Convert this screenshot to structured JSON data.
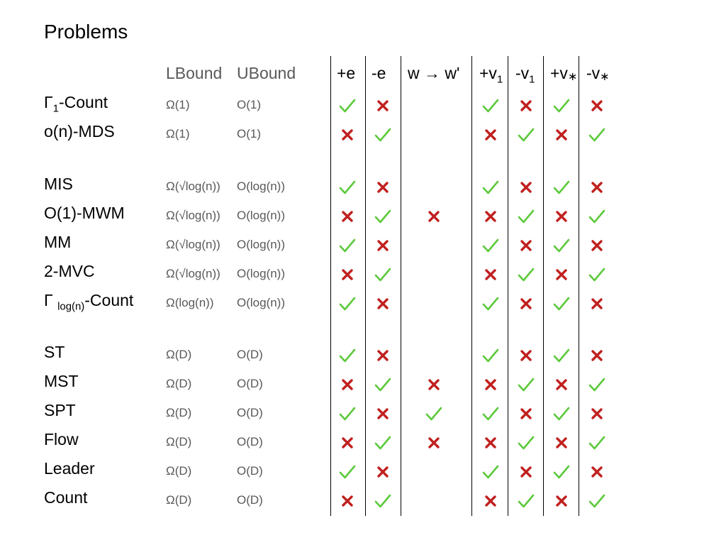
{
  "title": "Problems",
  "colors": {
    "check": "#5cc93b",
    "cross": "#c0201f",
    "bound_text": "#595959"
  },
  "headers": {
    "lbound": "LBound",
    "ubound": "UBound",
    "ops": [
      {
        "key": "add_edge",
        "label": "+e"
      },
      {
        "key": "del_edge",
        "label": "-e"
      },
      {
        "key": "weight",
        "label": "w → w'"
      },
      {
        "key": "add_v1",
        "label": "+v",
        "sub": "1"
      },
      {
        "key": "del_v1",
        "label": "-v",
        "sub": "1"
      },
      {
        "key": "add_vstar",
        "label": "+v",
        "star": "∗"
      },
      {
        "key": "del_vstar",
        "label": "-v",
        "star": "∗"
      }
    ]
  },
  "groups": [
    {
      "rows": [
        {
          "name": "Γ",
          "name_sub": "1",
          "name_rest": "-Count",
          "lbound": "Ω(1)",
          "ubound": "O(1)",
          "marks": [
            "check",
            "cross",
            "",
            "check",
            "cross",
            "check",
            "cross"
          ]
        },
        {
          "name": "o(n)-MDS",
          "lbound": "Ω(1)",
          "ubound": "O(1)",
          "marks": [
            "cross",
            "check",
            "",
            "cross",
            "check",
            "cross",
            "check"
          ]
        }
      ]
    },
    {
      "rows": [
        {
          "name": "MIS",
          "lbound": "Ω(√log(n))",
          "ubound": "O(log(n))",
          "marks": [
            "check",
            "cross",
            "",
            "check",
            "cross",
            "check",
            "cross"
          ]
        },
        {
          "name": "O(1)-MWM",
          "lbound": "Ω(√log(n))",
          "ubound": "O(log(n))",
          "marks": [
            "cross",
            "check",
            "cross",
            "cross",
            "check",
            "cross",
            "check"
          ]
        },
        {
          "name": "MM",
          "lbound": "Ω(√log(n))",
          "ubound": "O(log(n))",
          "marks": [
            "check",
            "cross",
            "",
            "check",
            "cross",
            "check",
            "cross"
          ]
        },
        {
          "name": "2-MVC",
          "lbound": "Ω(√log(n))",
          "ubound": "O(log(n))",
          "marks": [
            "cross",
            "check",
            "",
            "cross",
            "check",
            "cross",
            "check"
          ]
        },
        {
          "name": "Γ ",
          "name_sub": "log(n)",
          "name_rest": "-Count",
          "lbound": "Ω(log(n))",
          "ubound": "O(log(n))",
          "marks": [
            "check",
            "cross",
            "",
            "check",
            "cross",
            "check",
            "cross"
          ]
        }
      ]
    },
    {
      "rows": [
        {
          "name": "ST",
          "lbound": "Ω(D)",
          "ubound": "O(D)",
          "marks": [
            "check",
            "cross",
            "",
            "check",
            "cross",
            "check",
            "cross"
          ]
        },
        {
          "name": "MST",
          "lbound": "Ω(D)",
          "ubound": "O(D)",
          "marks": [
            "cross",
            "check",
            "cross",
            "cross",
            "check",
            "cross",
            "check"
          ]
        },
        {
          "name": "SPT",
          "lbound": "Ω(D)",
          "ubound": "O(D)",
          "marks": [
            "check",
            "cross",
            "check",
            "check",
            "cross",
            "check",
            "cross"
          ]
        },
        {
          "name": "Flow",
          "lbound": "Ω(D)",
          "ubound": "O(D)",
          "marks": [
            "cross",
            "check",
            "cross",
            "cross",
            "check",
            "cross",
            "check"
          ]
        },
        {
          "name": "Leader",
          "lbound": "Ω(D)",
          "ubound": "O(D)",
          "marks": [
            "check",
            "cross",
            "",
            "check",
            "cross",
            "check",
            "cross"
          ]
        },
        {
          "name": "Count",
          "lbound": "Ω(D)",
          "ubound": "O(D)",
          "marks": [
            "cross",
            "check",
            "",
            "cross",
            "check",
            "cross",
            "check"
          ]
        }
      ]
    }
  ]
}
